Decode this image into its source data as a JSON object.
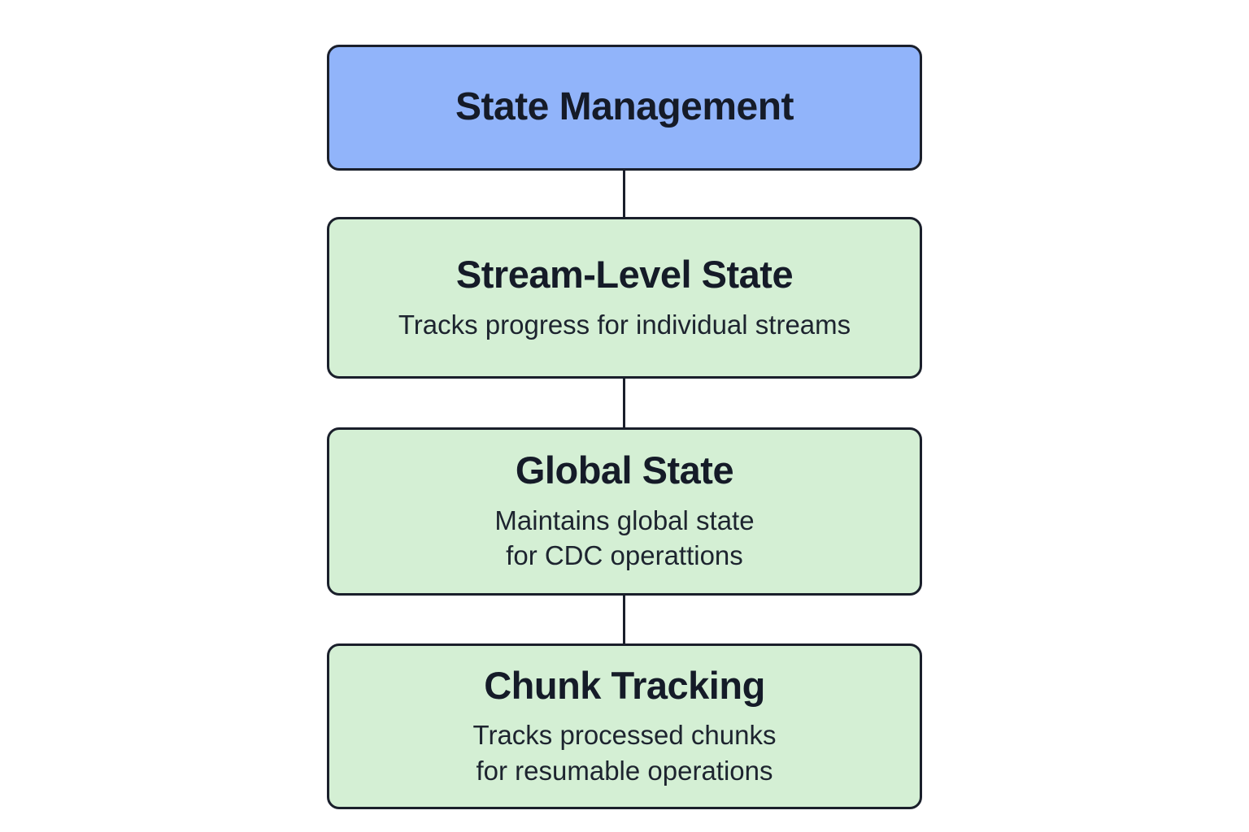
{
  "diagram": {
    "title": "State Management",
    "background_color": "#ffffff",
    "border_color": "#1a1f2b",
    "root_color": "#91b4fa",
    "child_color": "#d4efd4",
    "text_color": "#151b28",
    "nodes": [
      {
        "id": "state-management",
        "title": "State Management",
        "subtitle": "",
        "kind": "root",
        "color": "#91b4fa"
      },
      {
        "id": "stream-level-state",
        "title": "Stream-Level State",
        "subtitle": "Tracks progress for individual streams",
        "kind": "child",
        "color": "#d4efd4"
      },
      {
        "id": "global-state",
        "title": "Global State",
        "subtitle": "Maintains global state\nfor CDC operattions",
        "kind": "child",
        "color": "#d4efd4"
      },
      {
        "id": "chunk-tracking",
        "title": "Chunk Tracking",
        "subtitle": "Tracks processed chunks\nfor resumable operations",
        "kind": "child",
        "color": "#d4efd4"
      }
    ],
    "connectors": [
      {
        "from": "state-management",
        "to": "stream-level-state",
        "style": "plain-line"
      },
      {
        "from": "stream-level-state",
        "to": "global-state",
        "style": "plain-line"
      },
      {
        "from": "global-state",
        "to": "chunk-tracking",
        "style": "plain-line"
      }
    ]
  }
}
